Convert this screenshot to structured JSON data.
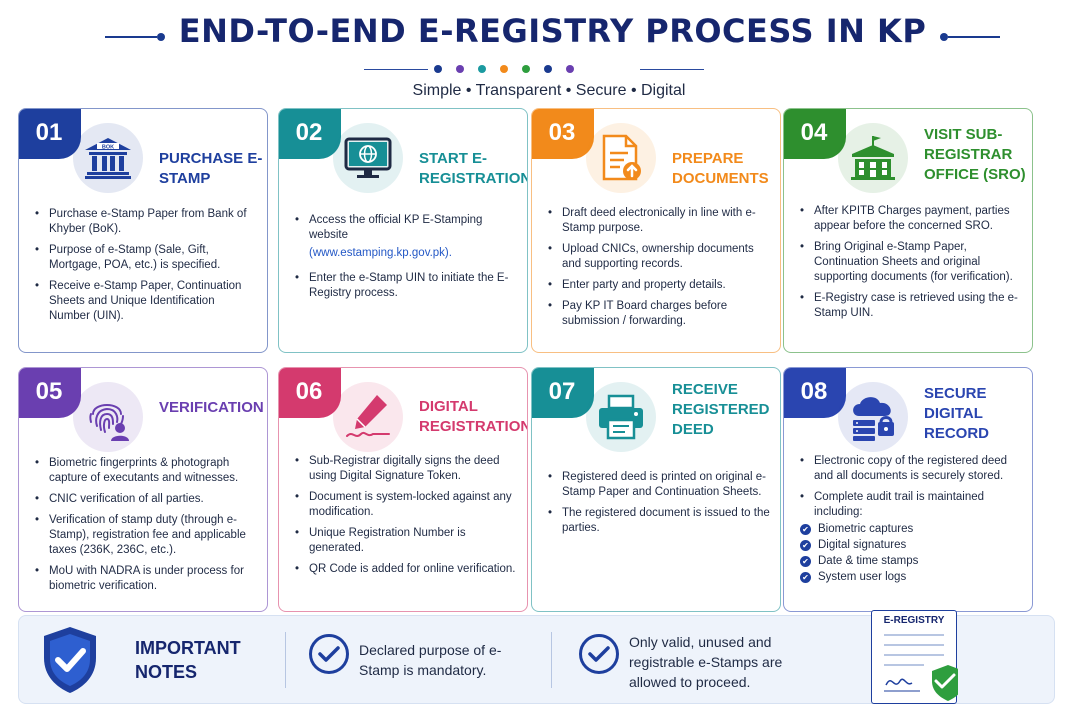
{
  "header": {
    "title": "END-TO-END E-REGISTRY PROCESS IN KP",
    "subtitle": "Simple • Transparent • Secure • Digital",
    "dot_colors": [
      "#1a3a8f",
      "#6a3fb0",
      "#1b9aa0",
      "#f28a1b",
      "#2e9e3e",
      "#1a3a8f",
      "#6a3fb0"
    ]
  },
  "cards": [
    {
      "number": "01",
      "title": "PURCHASE E-STAMP",
      "icon": "bank-icon",
      "color": "#1e3f9e",
      "bullets": [
        "Purchase e-Stamp Paper from Bank of Khyber (BoK).",
        "Purpose of e-Stamp (Sale, Gift, Mortgage, POA, etc.) is specified.",
        "Receive e-Stamp Paper, Continuation Sheets and Unique Identification Number (UIN)."
      ]
    },
    {
      "number": "02",
      "title": "START E-REGISTRATION",
      "icon": "monitor-globe-icon",
      "color": "#178f96",
      "bullets": [
        "Access the official KP E-Stamping website",
        "Enter the e-Stamp UIN to initiate the E-Registry process."
      ],
      "link": "(www.estamping.kp.gov.pk)."
    },
    {
      "number": "03",
      "title": "PREPARE DOCUMENTS",
      "icon": "document-upload-icon",
      "color": "#f28a1b",
      "bullets": [
        "Draft deed electronically in line with e-Stamp purpose.",
        "Upload CNICs, ownership documents and supporting records.",
        "Enter party and property details.",
        "Pay KP IT Board charges before submission / forwarding."
      ]
    },
    {
      "number": "04",
      "title": "VISIT SUB-REGISTRAR OFFICE (SRO)",
      "icon": "government-building-icon",
      "color": "#2e8f2e",
      "bullets": [
        "After KPITB Charges payment, parties appear before the concerned SRO.",
        "Bring Original e-Stamp Paper, Continuation Sheets and original supporting documents (for verification).",
        "E-Registry case is retrieved using the e-Stamp UIN."
      ]
    },
    {
      "number": "05",
      "title": "VERIFICATION",
      "icon": "fingerprint-icon",
      "color": "#6a3fb0",
      "bullets": [
        "Biometric fingerprints & photograph capture of executants and witnesses.",
        "CNIC verification of all parties.",
        "Verification of stamp duty (through e-Stamp), registration fee and applicable taxes (236K, 236C, etc.).",
        "MoU with NADRA is under process for biometric verification."
      ]
    },
    {
      "number": "06",
      "title": "DIGITAL REGISTRATION",
      "icon": "pen-signature-icon",
      "color": "#d43a6e",
      "bullets": [
        "Sub-Registrar digitally signs the deed using Digital Signature Token.",
        "Document is system-locked against any modification.",
        "Unique Registration Number is generated.",
        "QR Code is added for online verification."
      ]
    },
    {
      "number": "07",
      "title": "RECEIVE REGISTERED DEED",
      "icon": "printer-icon",
      "color": "#178f96",
      "bullets": [
        "Registered deed is printed on original e-Stamp Paper and Continuation Sheets.",
        "The registered document is issued to the parties."
      ]
    },
    {
      "number": "08",
      "title": "SECURE DIGITAL RECORD",
      "icon": "cloud-lock-icon",
      "color": "#2a45b0",
      "bullets": [
        "Electronic copy of the registered deed and all documents is securely stored.",
        "Complete audit trail is maintained including:"
      ],
      "checks": [
        "Biometric captures",
        "Digital signatures",
        "Date & time stamps",
        "System user logs"
      ]
    }
  ],
  "notes": {
    "heading": "IMPORTANT NOTES",
    "note1": "Declared purpose of e-Stamp is mandatory.",
    "note2": "Only valid, unused and registrable e-Stamps are allowed to proceed.",
    "doc_title": "E-REGISTRY"
  }
}
